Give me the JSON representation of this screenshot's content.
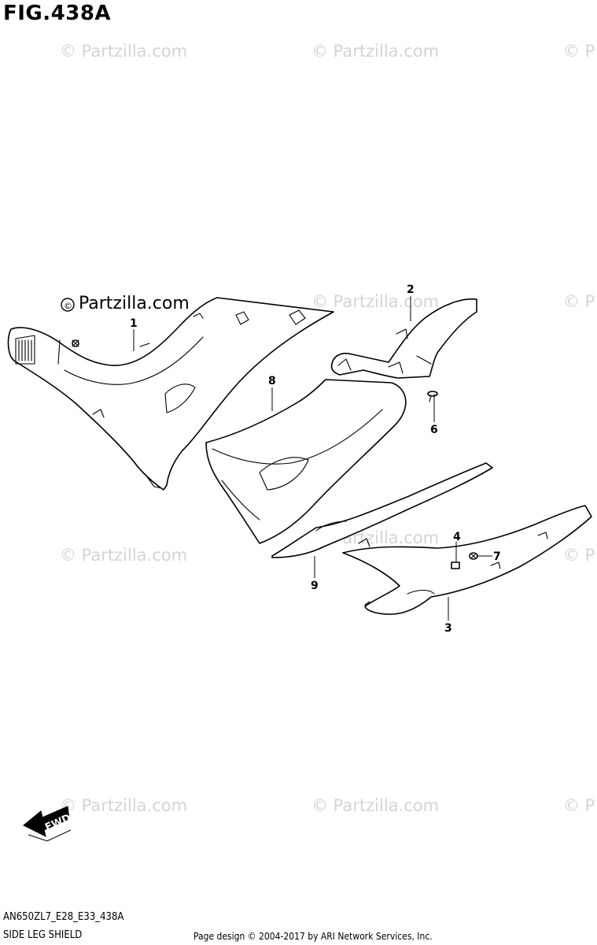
{
  "figure": {
    "title": "FIG.438A",
    "model_code": "AN650ZL7_E28_E33_438A",
    "section_name": "SIDE LEG SHIELD"
  },
  "footer": {
    "credit": "Page design © 2004-2017 by ARI Network Services, Inc."
  },
  "watermark": {
    "text": "© Partzilla.com",
    "text_clipped": "© P",
    "brand_text": "Partzilla.com",
    "brand_symbol": "©"
  },
  "fwd_arrow": {
    "label": "FWD"
  },
  "callouts": [
    {
      "id": "1",
      "label": "1"
    },
    {
      "id": "2",
      "label": "2"
    },
    {
      "id": "3",
      "label": "3"
    },
    {
      "id": "4",
      "label": "4"
    },
    {
      "id": "6",
      "label": "6"
    },
    {
      "id": "7",
      "label": "7"
    },
    {
      "id": "8",
      "label": "8"
    },
    {
      "id": "9",
      "label": "9"
    }
  ],
  "colors": {
    "line": "#000000",
    "background": "#ffffff",
    "watermark": "#d4d4d4"
  }
}
